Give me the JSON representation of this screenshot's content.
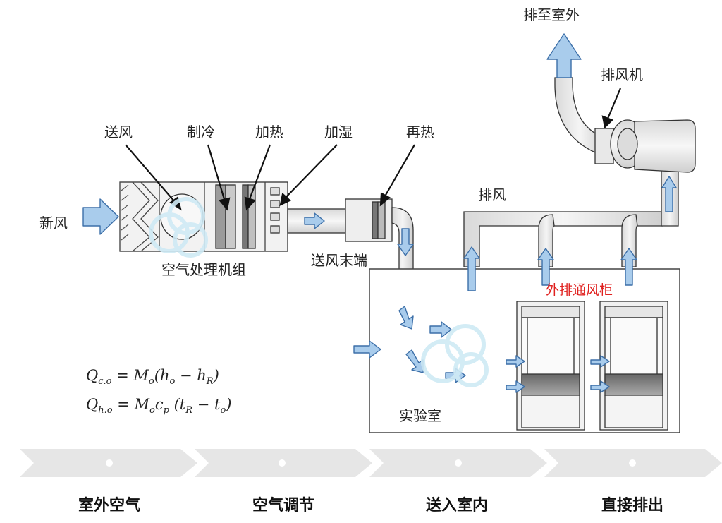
{
  "labels": {
    "exhaust_outside": "排至室外",
    "exhaust_fan": "排风机",
    "supply_fan": "送风",
    "cooling": "制冷",
    "heating": "加热",
    "humidify": "加湿",
    "reheat": "再热",
    "fresh_air": "新风",
    "exhaust_air": "排风",
    "ahu": "空气处理机组",
    "supply_terminal": "送风末端",
    "fume_hood": "外排通风柜",
    "lab": "实验室"
  },
  "equations": {
    "cooling": {
      "q": "Q",
      "q_sub": "c.o",
      "rhs_a": " = M",
      "m_sub": "o",
      "rhs_b": "(h",
      "h1_sub": "o",
      "rhs_c": " − h",
      "h2_sub": "R",
      "rhs_d": ")"
    },
    "heating": {
      "q": "Q",
      "q_sub": "h.o",
      "rhs_a": " = M",
      "m_sub": "o",
      "rhs_b": "c",
      "c_sub": "p",
      "rhs_c": " (t",
      "t1_sub": "R",
      "rhs_d": " − t",
      "t2_sub": "o",
      "rhs_e": ")"
    }
  },
  "process_steps": [
    "室外空气",
    "空气调节",
    "送入室内",
    "直接排出"
  ],
  "colors": {
    "arrow_fill": "#a9ccec",
    "arrow_stroke": "#3c6fa8",
    "duct": "#ececec",
    "outline": "#333333",
    "accent_red": "#e0211f",
    "chevron": "#e6e6e6"
  }
}
